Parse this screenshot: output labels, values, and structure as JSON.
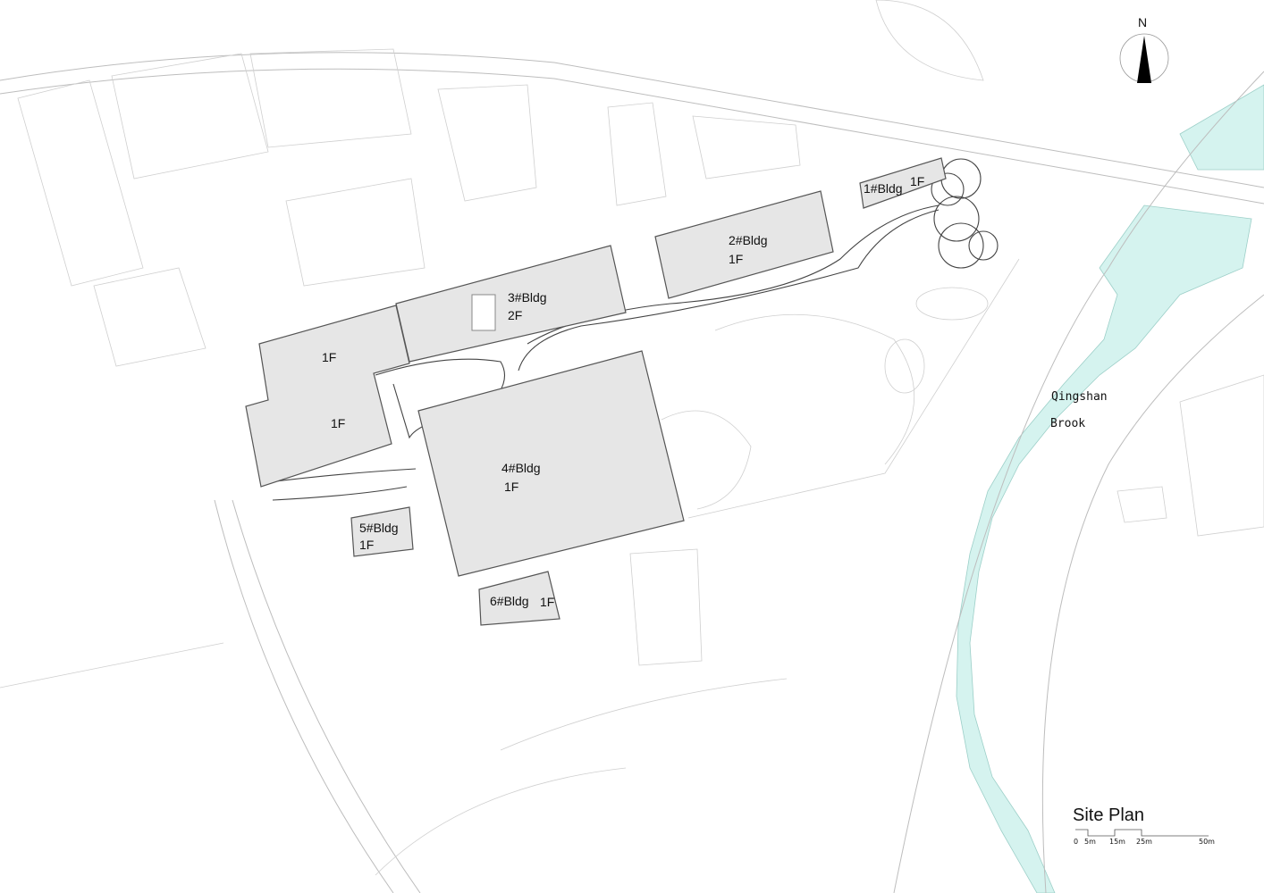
{
  "title": "Site Plan",
  "north_label": "N",
  "river": {
    "name_line1": "Qingshan",
    "name_line2": "Brook",
    "color": "#d5f3ef"
  },
  "buildings": [
    {
      "name": "1#Bldg",
      "floors": "1F"
    },
    {
      "name": "2#Bldg",
      "floors": "1F"
    },
    {
      "name": "3#Bldg",
      "floors": "2F"
    },
    {
      "name": "4#Bldg",
      "floors": "1F"
    },
    {
      "name": "5#Bldg",
      "floors": "1F"
    },
    {
      "name": "6#Bldg",
      "floors": "1F"
    }
  ],
  "wing_labels": [
    "1F",
    "1F"
  ],
  "scale_bar": [
    "0",
    "5m",
    "15m",
    "25m",
    "50m"
  ]
}
